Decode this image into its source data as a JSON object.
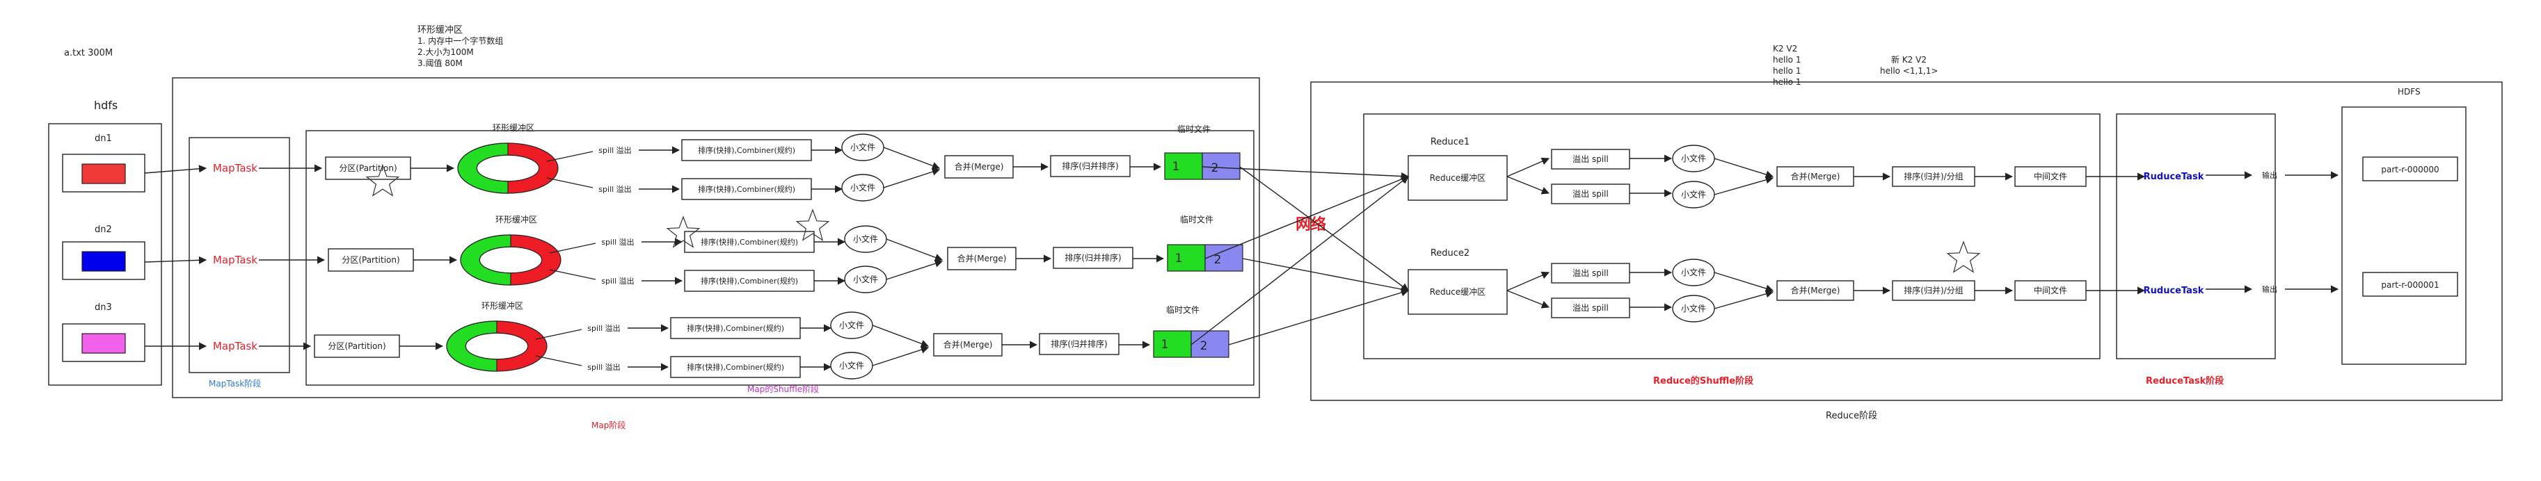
{
  "top_notes": {
    "file_info": "a.txt   300M",
    "ring_title": "环形缓冲区",
    "ring_note_1": "1. 内存中一个字节数组",
    "ring_note_2": "2.大小为100M",
    "ring_note_3": "3.阈值 80M",
    "kv_header": "K2    V2",
    "kv_rows": [
      "hello 1",
      "hello 1",
      "hello 1"
    ],
    "new_kv_header": "新 K2     V2",
    "new_kv_value": "hello    <1,1,1>"
  },
  "hdfs": {
    "title": "hdfs",
    "nodes": [
      {
        "label": "dn1",
        "color": "#f03a3a"
      },
      {
        "label": "dn2",
        "color": "#0000ee"
      },
      {
        "label": "dn3",
        "color": "#f060e8"
      }
    ]
  },
  "map": {
    "task_label": "MapTask",
    "stage_label": "MapTask阶段",
    "shuffle_label": "Map的Shuffle阶段",
    "phase_label": "Map阶段",
    "partition_label": "分区(Partition)",
    "buffer_label": "环形缓冲区",
    "spill_label": "spill 溢出",
    "sort_combine_label": "排序(快排),Combiner(规约)",
    "small_file_label": "小文件",
    "merge_label": "合并(Merge)",
    "merge_sort_label": "排序(归并排序)",
    "temp_file_label": "临时文件",
    "part1": "1",
    "part2": "2",
    "green": "#22dd22",
    "purple": "#8888f0"
  },
  "network_label": "网络",
  "reduce": {
    "titles": [
      "Reduce1",
      "Reduce2"
    ],
    "buffer_label": "Reduce缓冲区",
    "spill_label": "溢出 spill",
    "small_file_label": "小文件",
    "merge_label": "合并(Merge)",
    "group_label": "排序(归并)/分组",
    "mid_file_label": "中间文件",
    "task_label": "RuduceTask",
    "output_label": "输出",
    "shuffle_stage_label": "Reduce的Shuffle阶段",
    "task_stage_label": "ReduceTask阶段",
    "phase_label": "Reduce阶段"
  },
  "output": {
    "title": "HDFS",
    "files": [
      "part-r-000000",
      "part-r-000001"
    ]
  }
}
